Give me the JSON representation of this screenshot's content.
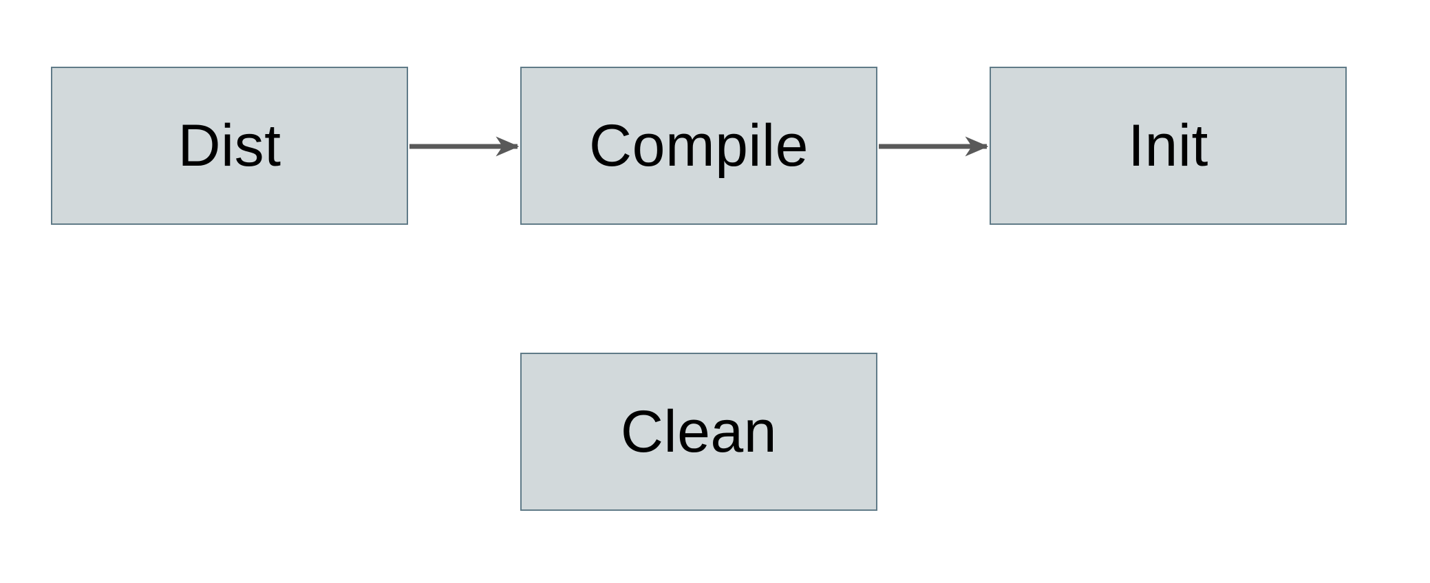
{
  "diagram": {
    "title": "build-targets-flowchart",
    "nodes": [
      {
        "id": "dist",
        "label": "Dist"
      },
      {
        "id": "compile",
        "label": "Compile"
      },
      {
        "id": "init",
        "label": "Init"
      },
      {
        "id": "clean",
        "label": "Clean"
      }
    ],
    "edges": [
      {
        "from": "dist",
        "to": "compile"
      },
      {
        "from": "compile",
        "to": "init"
      }
    ],
    "colors": {
      "node_fill": "#d2d9db",
      "node_border": "#5f7a87",
      "arrow": "#595959",
      "text": "#000000",
      "background": "#ffffff"
    }
  }
}
